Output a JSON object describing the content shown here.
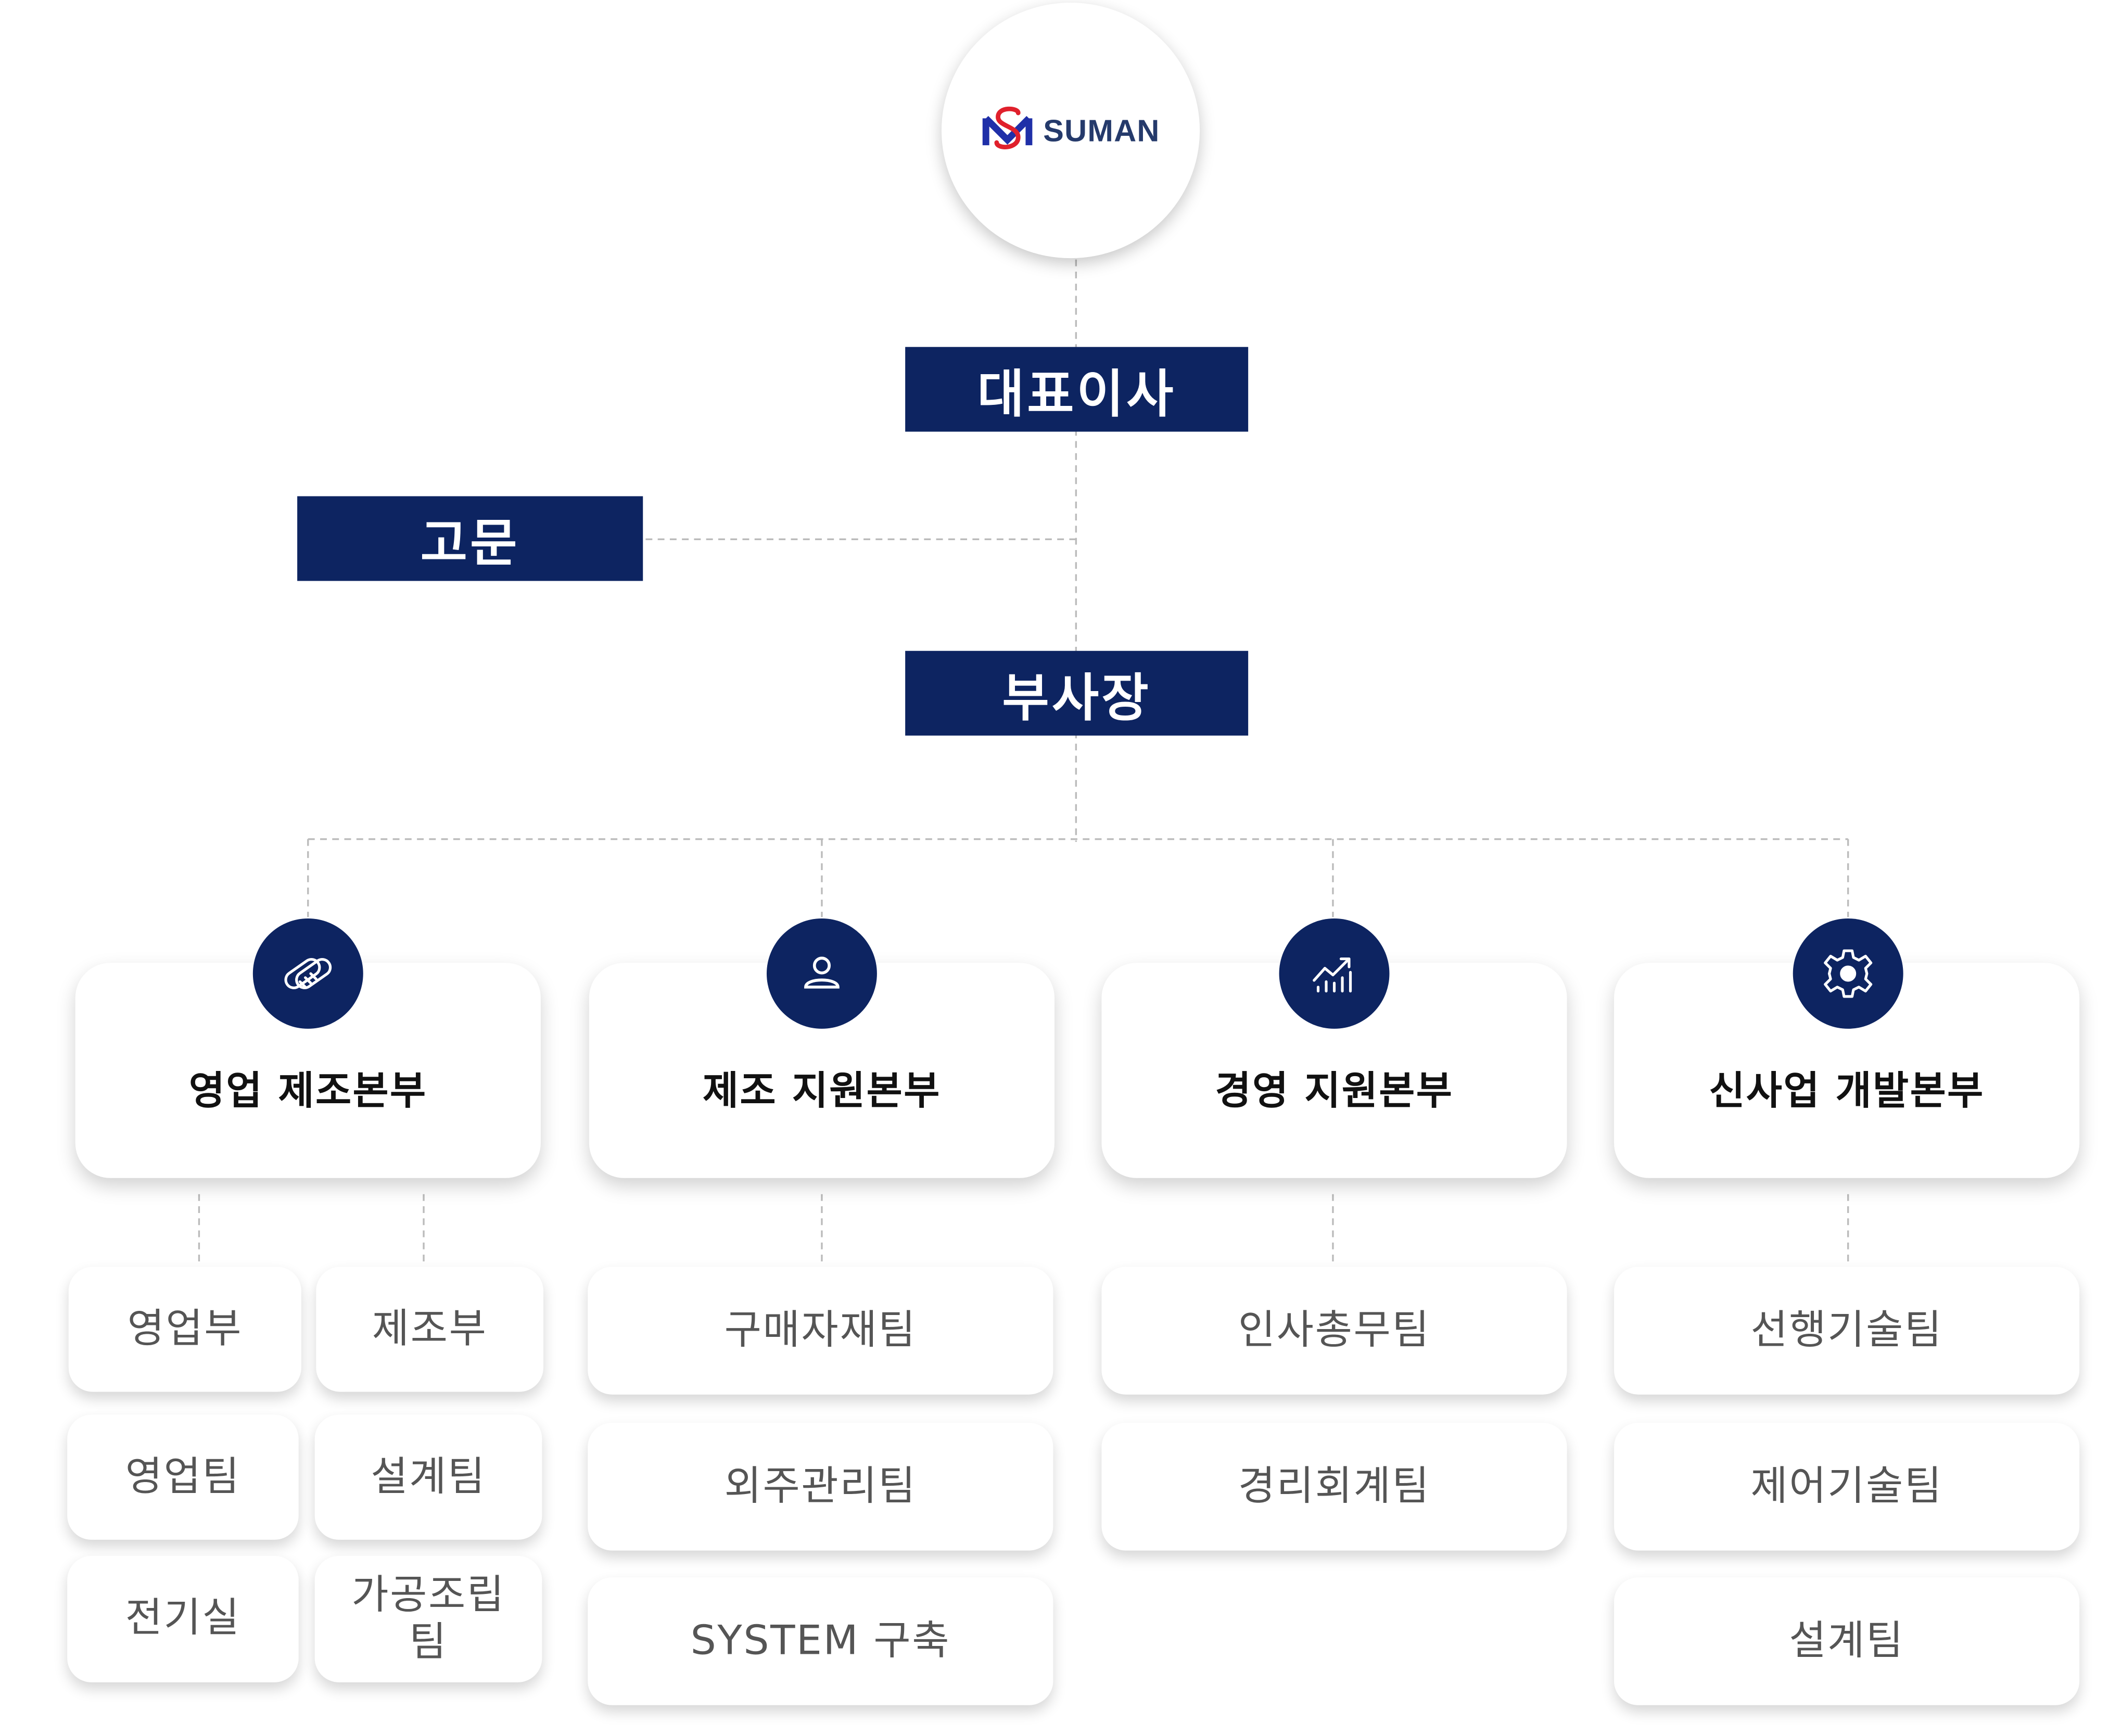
{
  "logo": {
    "text": "SUMAN"
  },
  "leadership": {
    "ceo": "대표이사",
    "advisor": "고문",
    "vice_president": "부사장"
  },
  "divisions": [
    {
      "title": "영업 제조본부",
      "icon": "handshake-icon",
      "teams": [
        "영업부",
        "제조부",
        "영업팀",
        "설계팀",
        "전기실",
        "가공조립\n팀"
      ]
    },
    {
      "title": "제조 지원본부",
      "icon": "user-icon",
      "teams": [
        "구매자재팀",
        "외주관리팀",
        "SYSTEM 구축"
      ]
    },
    {
      "title": "경영 지원본부",
      "icon": "chart-growth-icon",
      "teams": [
        "인사총무팀",
        "경리회계팀"
      ]
    },
    {
      "title": "신사업 개발본부",
      "icon": "gear-icon",
      "teams": [
        "선행기술팀",
        "제어기술팀",
        "설계팀"
      ]
    }
  ],
  "colors": {
    "navy": "#0d2461",
    "logo_red": "#e0202c",
    "logo_blue": "#1f2fa8",
    "connector": "#bbbbbb"
  }
}
